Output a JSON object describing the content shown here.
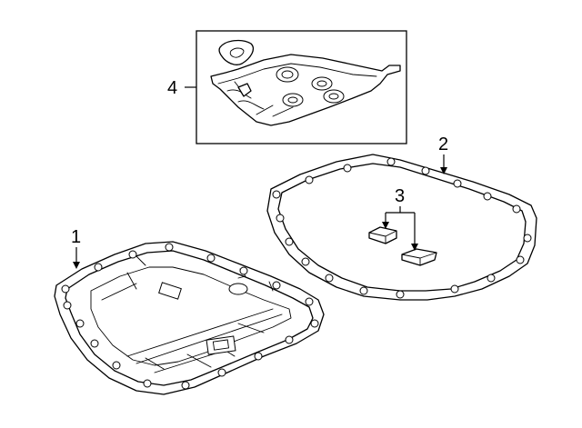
{
  "diagram": {
    "callouts": [
      {
        "id": "c1",
        "label": "1",
        "part": "transmission-oil-pan"
      },
      {
        "id": "c2",
        "label": "2",
        "part": "oil-pan-gasket"
      },
      {
        "id": "c3",
        "label": "3",
        "part": "magnets"
      },
      {
        "id": "c4",
        "label": "4",
        "part": "oil-strainer-filter"
      }
    ],
    "colors": {
      "line": "#000000",
      "background": "#ffffff"
    }
  }
}
